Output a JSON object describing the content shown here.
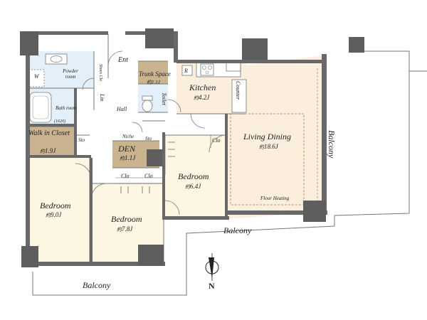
{
  "rooms": {
    "entrance": {
      "name": "Ent"
    },
    "trunk_space": {
      "name": "Trunk Space",
      "area": "1.1J"
    },
    "refrigerator": {
      "name": "R"
    },
    "kitchen": {
      "name": "Kitchen",
      "area": "4.2J"
    },
    "counter": {
      "name": "Counter"
    },
    "powder_room": {
      "name": "Powder room"
    },
    "washer": {
      "name": "W"
    },
    "shoes_closet": {
      "name": "Shoes Clo"
    },
    "linen": {
      "name": "Lin"
    },
    "toilet": {
      "name": "Toilet"
    },
    "bath_room": {
      "name": "Bath room",
      "size": "(1620)"
    },
    "hall": {
      "name": "Hall"
    },
    "walk_in_closet": {
      "name": "Walk in Closet",
      "area": "1.9J"
    },
    "storage_1": {
      "name": "Sto"
    },
    "storage_2": {
      "name": "Sto"
    },
    "niche": {
      "name": "Niche"
    },
    "den": {
      "name": "DEN",
      "area": "1.1J"
    },
    "closet_1": {
      "name": "Clo"
    },
    "closet_2": {
      "name": "Clo"
    },
    "closet_3": {
      "name": "Clo"
    },
    "living_dining": {
      "name": "Living Dining",
      "area": "18.6J",
      "note": "Floor Heating"
    },
    "bedroom_main": {
      "name": "Bedroom",
      "area": "6.4J"
    },
    "bedroom_west": {
      "name": "Bedroom",
      "area": "9.0J"
    },
    "bedroom_middle": {
      "name": "Bedroom",
      "area": "7.8J"
    }
  },
  "balconies": {
    "east": "Balcony",
    "south_middle": "Balcony",
    "south_west": "Balcony"
  },
  "compass": {
    "label": "N"
  },
  "area_prefix": "約",
  "colors": {
    "wall": "#686868",
    "living_floor": "#fbeedd",
    "bedroom_floor": "#fcf6e2",
    "wet_area": "#e3f0fa",
    "storage": "#c9b48f",
    "outline": "#777777"
  }
}
